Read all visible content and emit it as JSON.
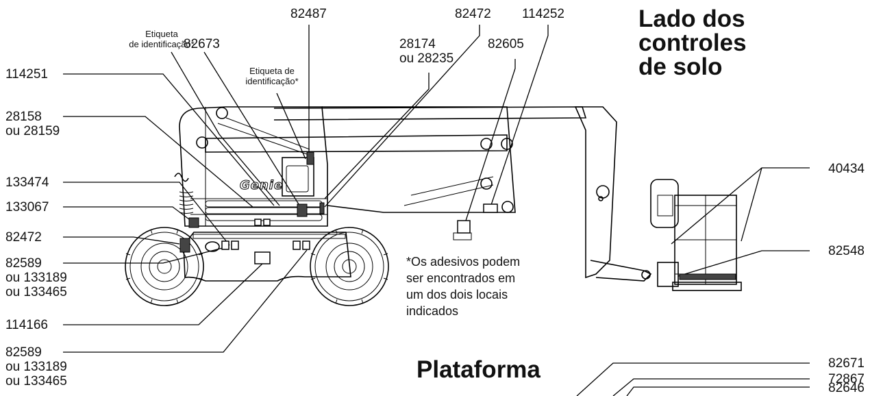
{
  "headings": {
    "ground_controls": [
      "Lado dos",
      "controles",
      "de solo"
    ],
    "platform": "Plataforma"
  },
  "brand_logo_text": "Genie",
  "footnote": [
    "*Os adesivos podem",
    "ser encontrados em",
    "um dos dois locais",
    "indicados"
  ],
  "id_plate_1": [
    "Etiqueta",
    "de identificação*"
  ],
  "id_plate_2": [
    "Etiqueta de",
    "identificação*"
  ],
  "left_labels": [
    [
      "114251"
    ],
    [
      "28158",
      "ou 28159"
    ],
    [
      "133474"
    ],
    [
      "133067"
    ],
    [
      "82472"
    ],
    [
      "82589",
      "ou 133189",
      "ou 133465"
    ],
    [
      "114166"
    ],
    [
      "82589",
      "ou 133189",
      "ou 133465"
    ]
  ],
  "top_labels": [
    [
      "82673"
    ],
    [
      "82487"
    ],
    [
      "28174",
      "ou 28235"
    ],
    [
      "82472"
    ],
    [
      "82605"
    ],
    [
      "114252"
    ]
  ],
  "right_labels": [
    [
      "40434"
    ],
    [
      "82548"
    ],
    [
      "82671"
    ],
    [
      "72867"
    ],
    [
      "82646"
    ]
  ]
}
